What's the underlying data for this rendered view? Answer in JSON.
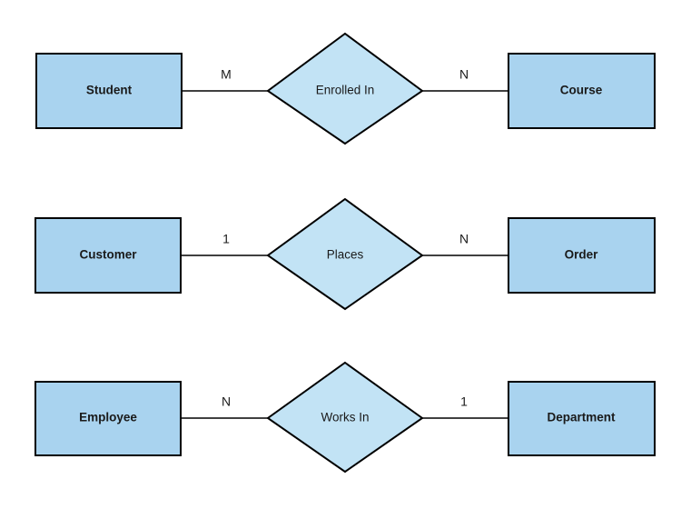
{
  "diagram": {
    "type": "entity-relationship-diagram",
    "background_color": "#ffffff",
    "entity_fill": "#a9d3ef",
    "relationship_fill": "#c2e3f5",
    "stroke_color": "#000000",
    "rows": [
      {
        "left_entity": "Student",
        "left_cardinality": "M",
        "relationship": "Enrolled In",
        "right_cardinality": "N",
        "right_entity": "Course"
      },
      {
        "left_entity": "Customer",
        "left_cardinality": "1",
        "relationship": "Places",
        "right_cardinality": "N",
        "right_entity": "Order"
      },
      {
        "left_entity": "Employee",
        "left_cardinality": "N",
        "relationship": "Works In",
        "right_cardinality": "1",
        "right_entity": "Department"
      }
    ]
  }
}
